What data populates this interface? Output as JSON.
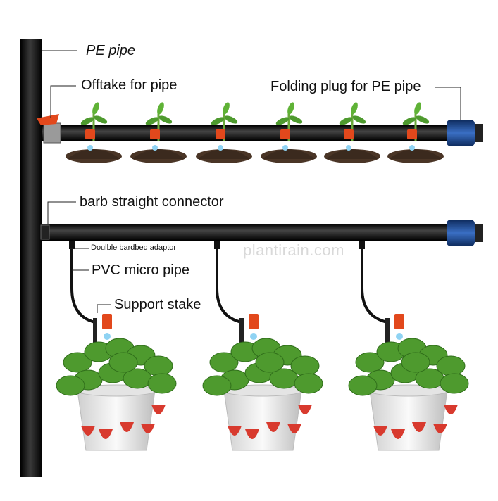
{
  "labels": {
    "pe_pipe": "PE pipe",
    "offtake": "Offtake for pipe",
    "folding_plug": "Folding plug for PE pipe",
    "barb_connector": "barb straight connector",
    "double_adaptor": "Doulble bardbed adaptor",
    "micro_pipe": "PVC micro pipe",
    "support_stake": "Support stake"
  },
  "watermark": "plantirain.com",
  "colors": {
    "pipe": "#111111",
    "dripper": "#e2481c",
    "plug": "#1d4f9c",
    "soil": "#4a3526",
    "leaf": "#4e9a2e",
    "pot": "#eeeeee",
    "fruit": "#d83a2e",
    "water": "#8fd3f3"
  },
  "icons": [
    "seedling-icon",
    "dripper-icon",
    "water-drop-icon",
    "strawberry-plant-icon",
    "hanging-pot-icon",
    "folding-plug-icon",
    "offtake-valve-icon"
  ]
}
